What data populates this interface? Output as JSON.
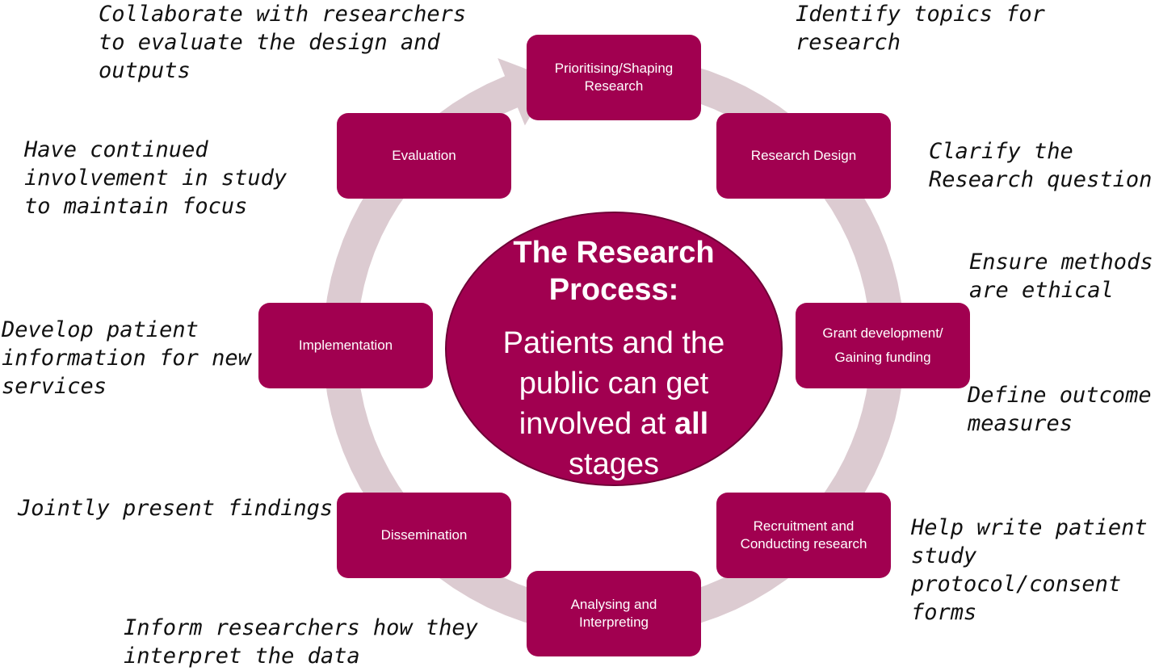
{
  "diagram": {
    "colors": {
      "box_fill": "#a10050",
      "ring_fill": "#dccbd1",
      "text_on_box": "#ffffff",
      "note_text": "#111111"
    },
    "center": {
      "title_lines": [
        "The Research",
        "Process:"
      ],
      "body_lines": [
        "Patients and the",
        "public can get",
        "involved at",
        "all",
        "stages"
      ]
    },
    "stages": {
      "prioritising": [
        "Prioritising/Shaping",
        "Research"
      ],
      "design": [
        "Research Design"
      ],
      "grant": [
        "Grant development/",
        "Gaining funding"
      ],
      "recruitment": [
        "Recruitment and",
        "Conducting research"
      ],
      "analysing": [
        "Analysing and",
        "Interpreting"
      ],
      "dissemination": [
        "Dissemination"
      ],
      "implementation": [
        "Implementation"
      ],
      "evaluation": [
        "Evaluation"
      ]
    },
    "notes": {
      "topics": [
        "Identify topics for",
        "research"
      ],
      "clarify": [
        "Clarify the",
        "Research question"
      ],
      "ethical": [
        "Ensure methods",
        "are ethical"
      ],
      "outcome": [
        "Define outcome",
        "measures"
      ],
      "protocol": [
        "Help write patient",
        "study",
        "protocol/consent",
        "forms"
      ],
      "interpret": [
        "Inform researchers how they",
        "interpret the data"
      ],
      "present": [
        "Jointly present findings"
      ],
      "info": [
        "Develop patient",
        "information for new",
        "services"
      ],
      "involvement": [
        "Have continued",
        "involvement in study",
        "to maintain focus"
      ],
      "collaborate": [
        "Collaborate with researchers",
        "to evaluate the design and",
        "outputs"
      ]
    }
  }
}
